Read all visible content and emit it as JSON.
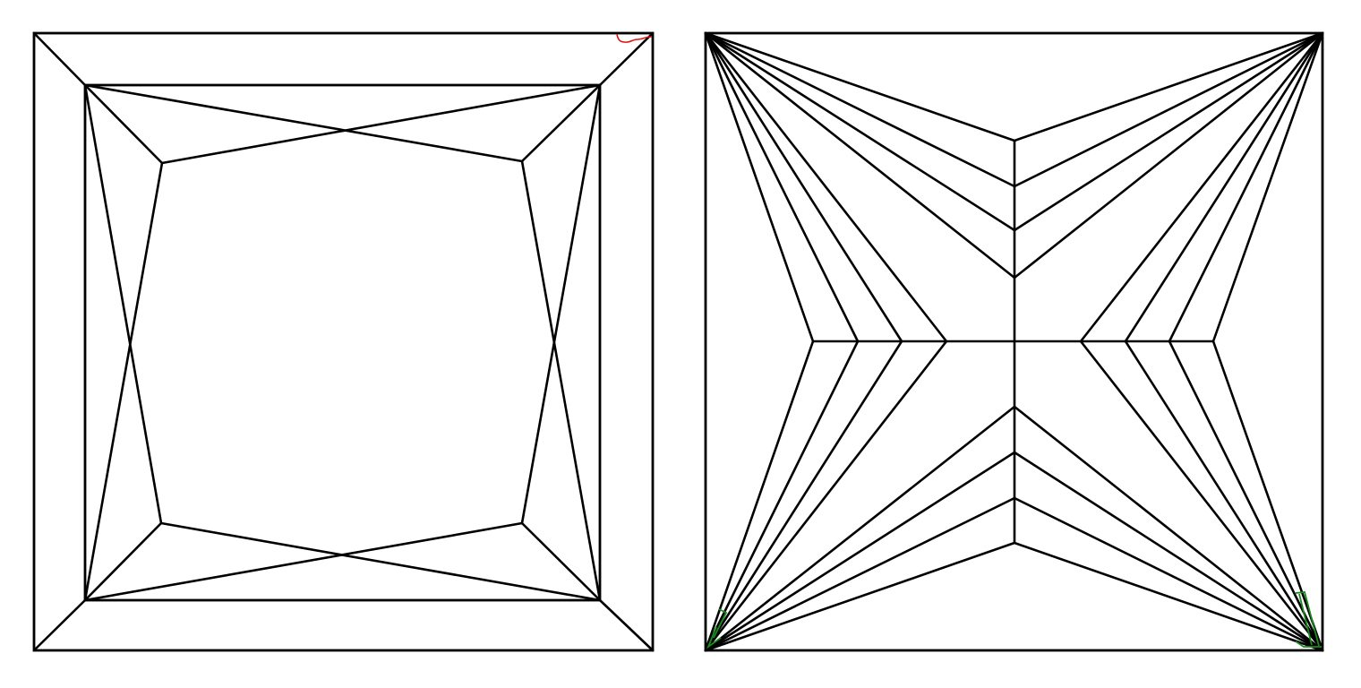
{
  "diagrams": [
    {
      "id": "left-panel",
      "style": "princess-cut facet diagram"
    },
    {
      "id": "right-panel",
      "style": "radiating star facet diagram"
    }
  ],
  "colors": {
    "line": "#000000",
    "annotation_red": "#e01010",
    "annotation_green": "#1a8a1a",
    "background": "#ffffff"
  }
}
